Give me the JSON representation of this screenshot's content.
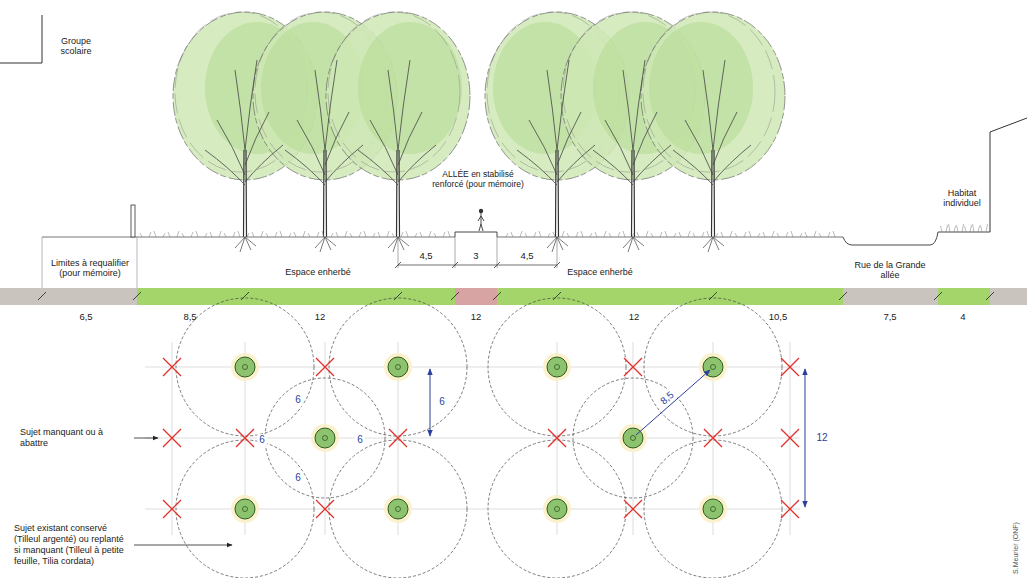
{
  "diagram": {
    "labels": [
      "Groupe scolaire",
      "ALLÉE en stabilisé renforcé (pour mémoire)",
      "Habitat individuel",
      "Limites à requalifier (pour mémoire)",
      "Espace enherbé",
      "4,5",
      "3",
      "4,5",
      "Espace enherbé",
      "Rue de la Grande allée",
      "6,5",
      "8,5",
      "12",
      "12",
      "12",
      "10,5",
      "7,5",
      "4",
      "6",
      "6",
      "6",
      "6",
      "6",
      "8,5",
      "12",
      "S.Meurier (ONF)"
    ],
    "legend": [
      {
        "text": "Sujet manquant ou à abattre"
      },
      {
        "text": "Sujet existant conservé (Tilleul argenté) ou replanté si manquant (Tilleul à petite feuille, Tilia cordata)"
      }
    ]
  }
}
